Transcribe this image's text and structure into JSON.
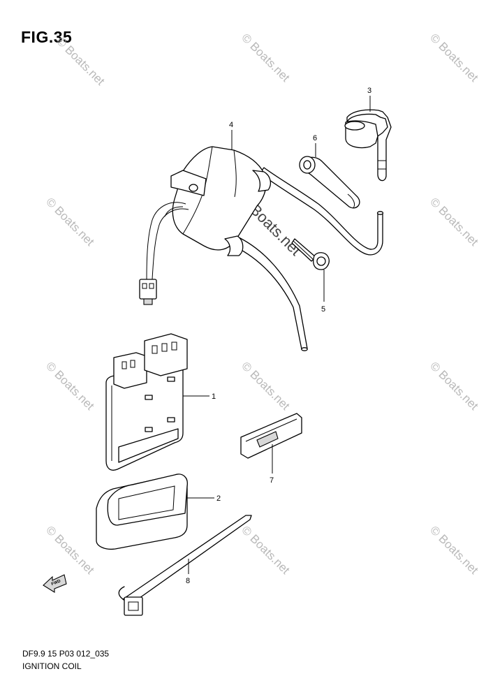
{
  "figure": {
    "title": "FIG.35",
    "footer_line1": "DF9.9 15 P03 012_035",
    "footer_line2": "IGNITION COIL",
    "fwd_label": "FWD"
  },
  "callouts": [
    "1",
    "2",
    "3",
    "4",
    "5",
    "6",
    "7",
    "8"
  ],
  "watermark": {
    "text": "© Boats.net",
    "center_text": "©Boats.net"
  }
}
